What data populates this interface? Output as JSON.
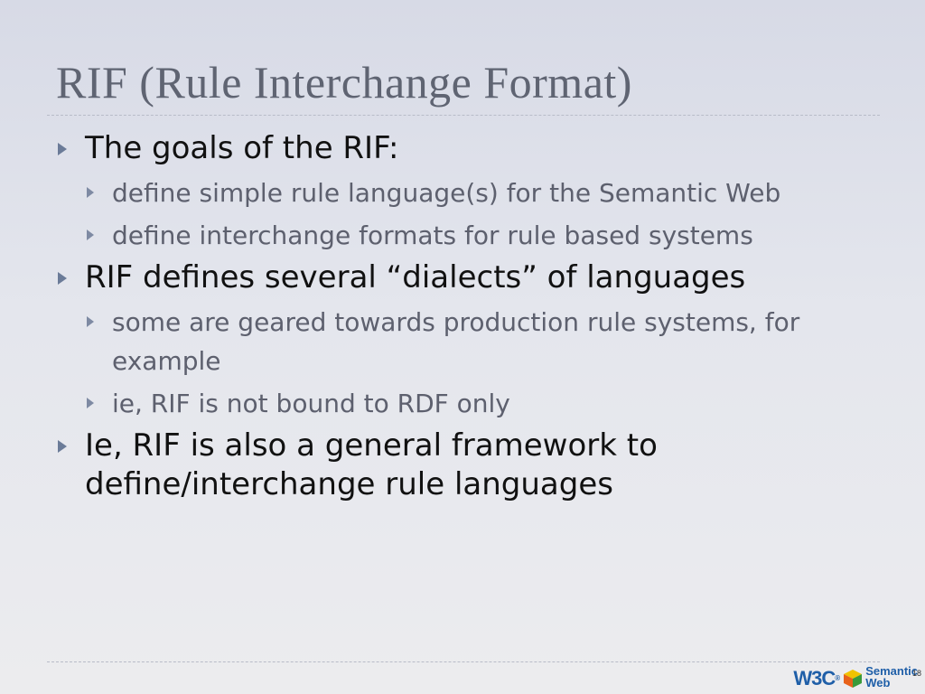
{
  "slide": {
    "title": "RIF (Rule Interchange Format)",
    "bullets": [
      {
        "text": "The goals of the RIF:",
        "sub": [
          "define simple rule language(s)  for the Semantic Web",
          "define interchange formats for rule based systems"
        ]
      },
      {
        "text": "RIF defines several “dialects” of languages",
        "sub": [
          "some are geared towards production rule systems, for example",
          "ie, RIF is not bound to RDF only"
        ]
      },
      {
        "text": "Ie, RIF is also a general framework to define/interchange rule languages",
        "sub": []
      }
    ],
    "page_number": "18"
  },
  "footer": {
    "logo_w3c": "W3C",
    "logo_reg": "®",
    "logo_semantic": "Semantic",
    "logo_web": "Web"
  },
  "colors": {
    "title": "#5f6472",
    "level1_text": "#111111",
    "level2_text": "#5d606e",
    "bullet_arrow": "#6b7b98",
    "logo_blue": "#1f5fa8"
  },
  "icons": {
    "bullet": "triangle-right-icon",
    "logo_cube": "semantic-web-cube-icon"
  }
}
